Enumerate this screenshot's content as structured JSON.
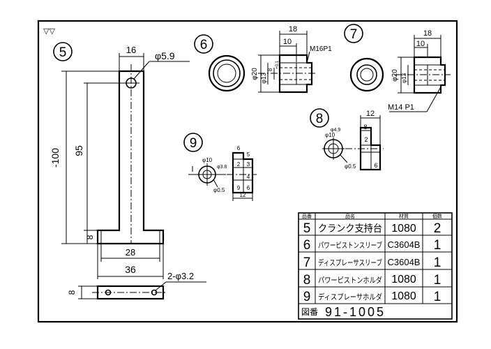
{
  "symbols": {
    "surface_finish": "▽▽"
  },
  "part5": {
    "number": "5",
    "width_top": "16",
    "hole": "φ5.9",
    "total_height": "-100",
    "hole_height": "95",
    "base_height": "8",
    "inner_width": "28",
    "base_width": "36",
    "base_holes": "2-φ3.2",
    "base_thickness": "8"
  },
  "part6": {
    "number": "6",
    "length": "18",
    "thread_len": "10",
    "thread": "M16P1",
    "dia_outer": "φ20",
    "dia_inner": "φ13",
    "dia_bore": "8",
    "tol": "+0.1"
  },
  "part7": {
    "number": "7",
    "length": "18",
    "thread_len": "10",
    "dia_outer": "φ20",
    "dia_inner": "φ13",
    "thread": "M14 P1"
  },
  "part8": {
    "number": "8",
    "length": "12",
    "dim1": "8",
    "dim2": "2",
    "dim3": "6",
    "dia_outer": "φ10",
    "dia_inner": "φ0.5",
    "dia_small": "φ4.9"
  },
  "part9": {
    "number": "9",
    "length": "12",
    "dim1": "6",
    "dim2": "5",
    "dim3": "2",
    "dim4": "3",
    "dim5": "4",
    "dim6": "9",
    "dim7": "6",
    "dia_outer": "φ10",
    "dia_inner": "φ0.5",
    "dia_small": "φ3.8"
  },
  "parts_table": {
    "headers": [
      "品番",
      "品名",
      "材質",
      "個数"
    ],
    "rows": [
      {
        "no": "5",
        "name": "クランク支持台",
        "material": "1080",
        "qty": "2"
      },
      {
        "no": "6",
        "name": "パワーピストンスリーブ",
        "material": "C3604B",
        "qty": "1"
      },
      {
        "no": "7",
        "name": "ディスプレーサスリーブ",
        "material": "C3604B",
        "qty": "1"
      },
      {
        "no": "8",
        "name": "パワーピストンホルダ",
        "material": "1080",
        "qty": "1"
      },
      {
        "no": "9",
        "name": "ディスプレーサホルダ",
        "material": "1080",
        "qty": "1"
      }
    ],
    "drawing_label": "図番",
    "drawing_number": "91-1005"
  }
}
